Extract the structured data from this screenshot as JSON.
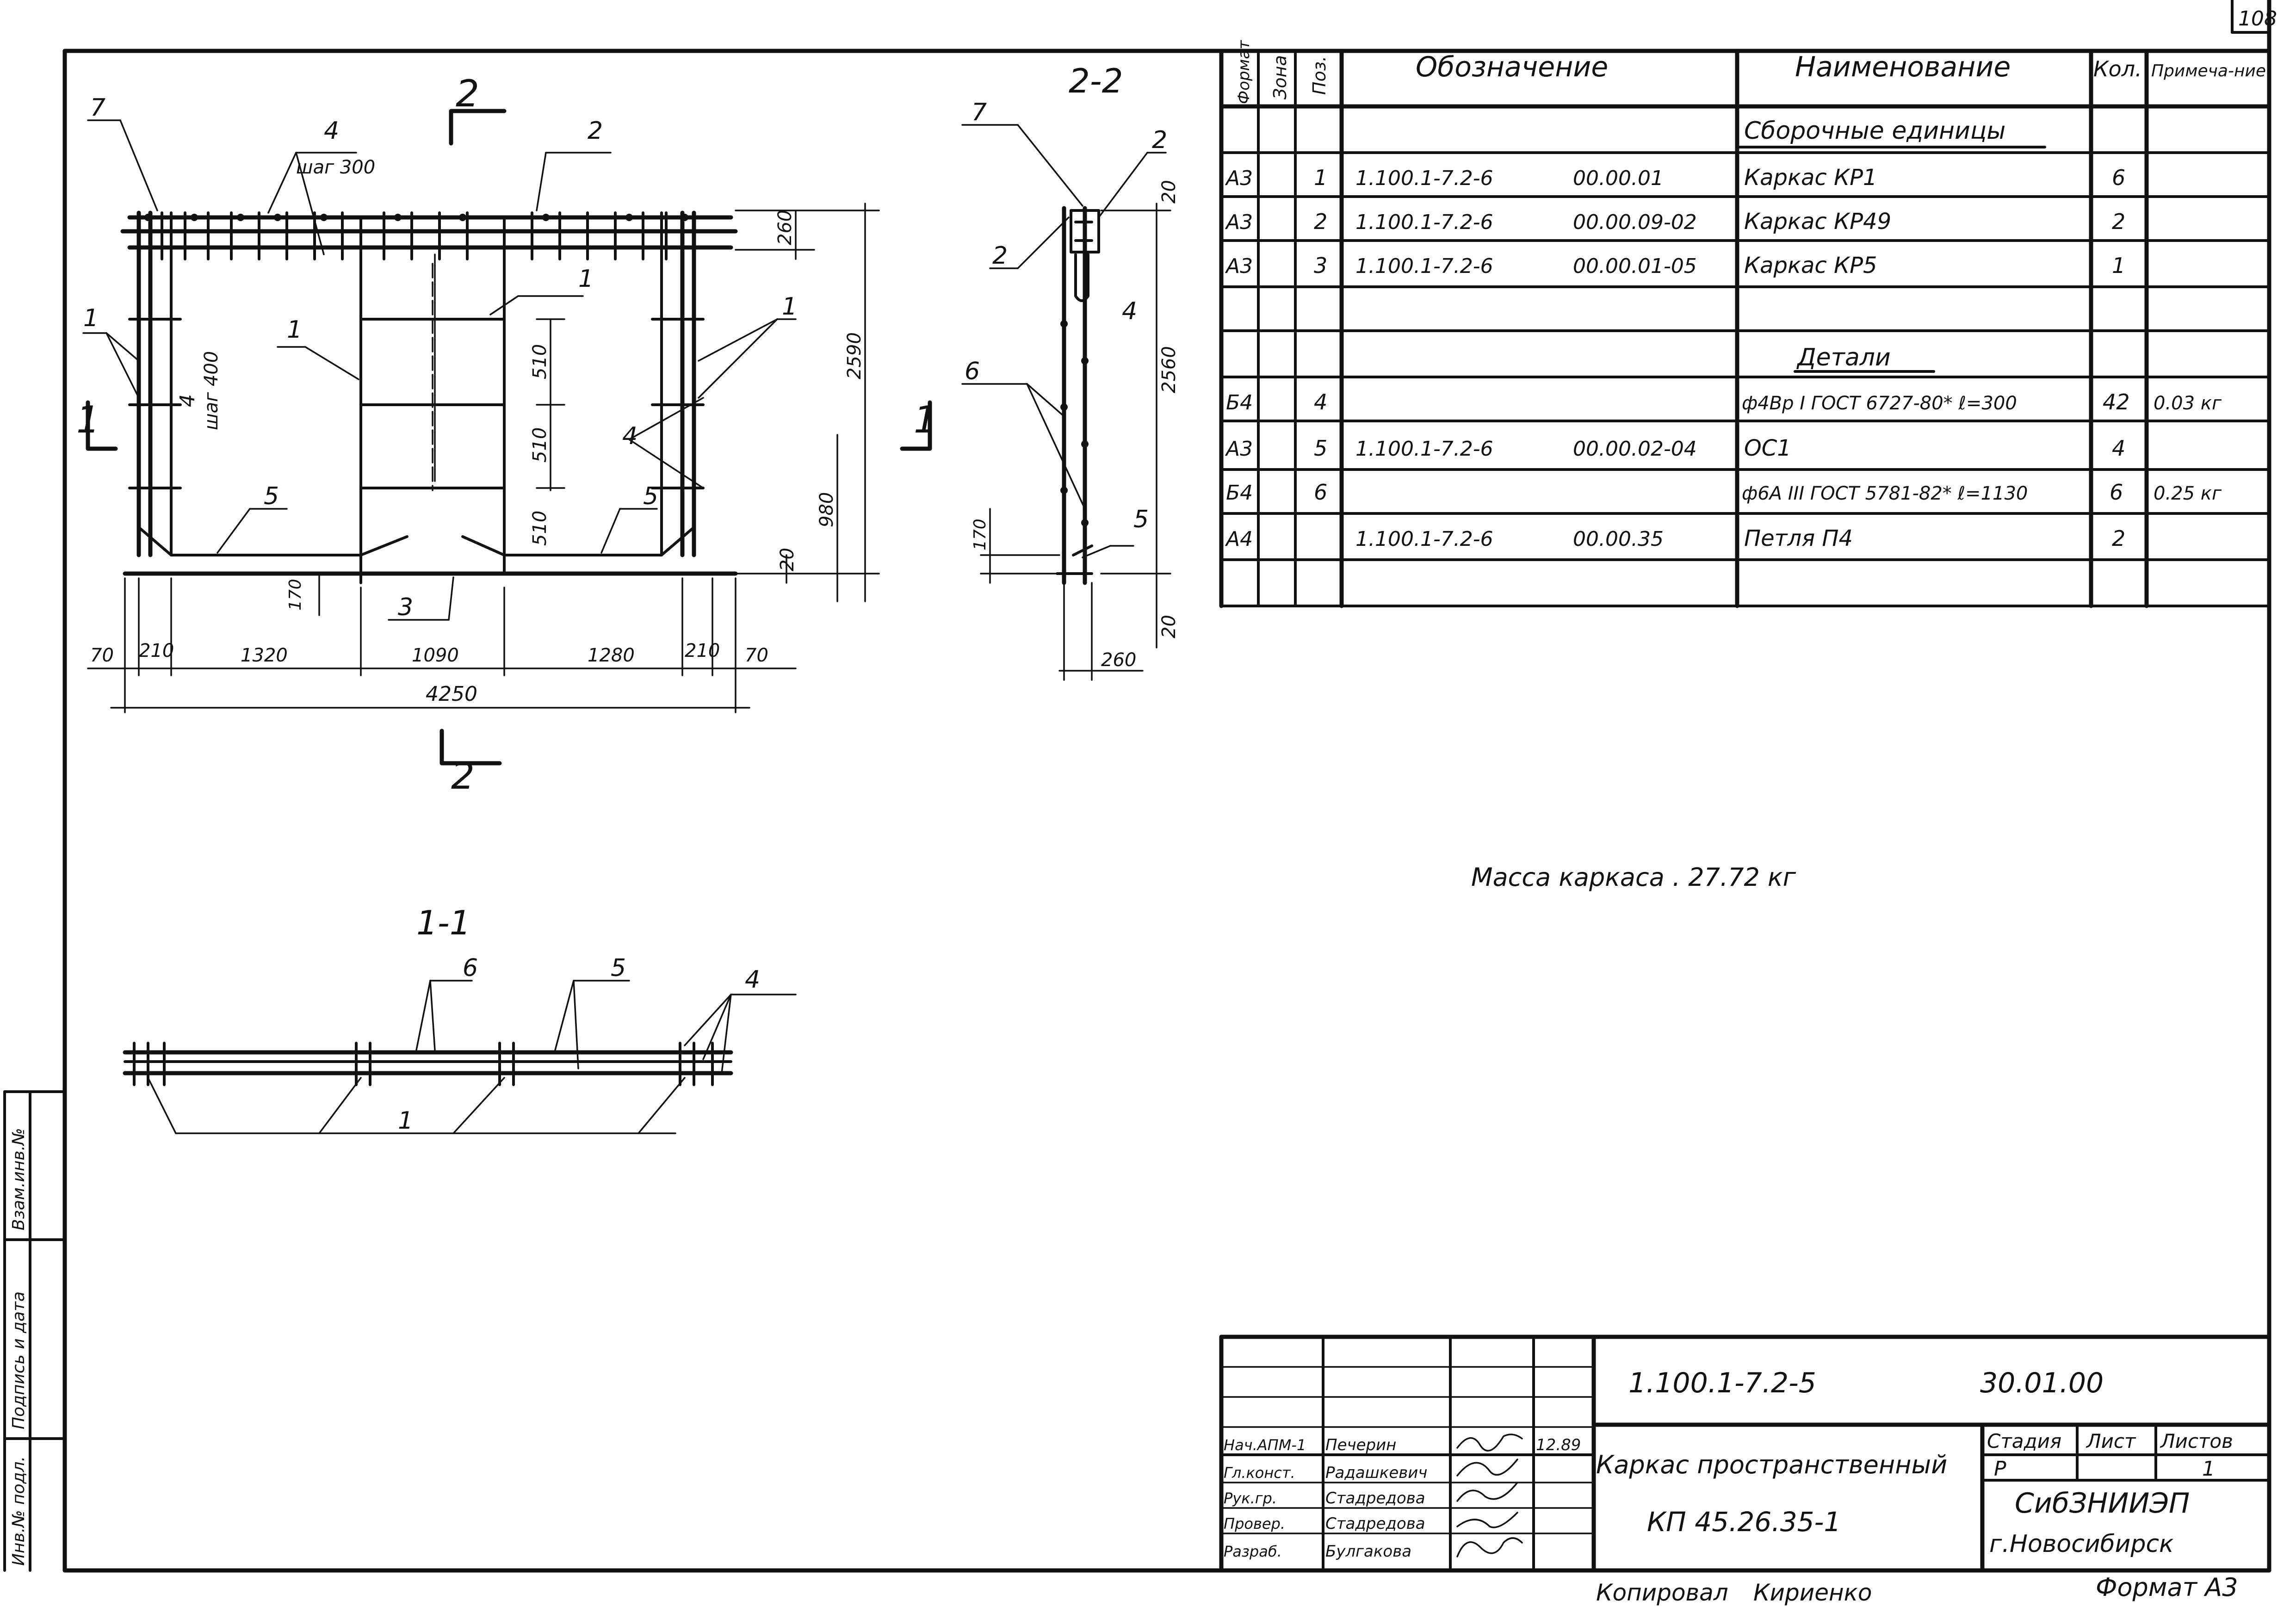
{
  "sheet_number": "108",
  "spec_table": {
    "headers": {
      "format": "Формат",
      "zone": "Зона",
      "pos": "Поз.",
      "designation": "Обозначение",
      "name": "Наименование",
      "qty": "Кол.",
      "note": "Примеча-ние"
    },
    "sections": {
      "assemblies": "Сборочные единицы",
      "details": "Детали"
    },
    "rows": [
      {
        "format": "А3",
        "pos": "1",
        "designation": "1.100.1-7.2-6",
        "code": "00.00.01",
        "name": "Каркас КР1",
        "qty": "6",
        "note": ""
      },
      {
        "format": "А3",
        "pos": "2",
        "designation": "1.100.1-7.2-6",
        "code": "00.00.09-02",
        "name": "Каркас КР49",
        "qty": "2",
        "note": ""
      },
      {
        "format": "А3",
        "pos": "3",
        "designation": "1.100.1-7.2-6",
        "code": "00.00.01-05",
        "name": "Каркас КР5",
        "qty": "1",
        "note": ""
      },
      {
        "format": "Б4",
        "pos": "4",
        "designation": "",
        "code": "",
        "name": "ф4Вр I ГОСТ 6727-80* ℓ=300",
        "qty": "42",
        "note": "0.03 кг"
      },
      {
        "format": "А3",
        "pos": "5",
        "designation": "1.100.1-7.2-6",
        "code": "00.00.02-04",
        "name": "ОС1",
        "qty": "4",
        "note": ""
      },
      {
        "format": "Б4",
        "pos": "6",
        "designation": "",
        "code": "",
        "name": "ф6А III ГОСТ 5781-82* ℓ=1130",
        "qty": "6",
        "note": "0.25 кг"
      },
      {
        "format": "А4",
        "pos": "",
        "designation": "1.100.1-7.2-6",
        "code": "00.00.35",
        "name": "Петля П4",
        "qty": "2",
        "note": ""
      }
    ]
  },
  "mass_note": "Масса каркаса . 27.72 кг",
  "front_view": {
    "section_mark": "2",
    "side_mark": "1",
    "callouts": [
      "7",
      "4",
      "шаг 300",
      "2",
      "1",
      "1",
      "1",
      "1",
      "4",
      "шаг 400",
      "4",
      "5",
      "5",
      "3"
    ],
    "dims_bottom": [
      "70",
      "210",
      "1320",
      "1090",
      "1280",
      "210",
      "70"
    ],
    "dim_total": "4250",
    "dims_vertical": [
      "260",
      "510",
      "510",
      "510",
      "2590",
      "980",
      "20",
      "170"
    ]
  },
  "section_2_2": {
    "title": "2-2",
    "callouts": [
      "7",
      "2",
      "2",
      "4",
      "6",
      "5"
    ],
    "dims": [
      "20",
      "2560",
      "170",
      "20",
      "260"
    ]
  },
  "section_1_1": {
    "title": "1-1",
    "callouts": [
      "6",
      "5",
      "4",
      "1"
    ]
  },
  "title_block": {
    "doc_code": "1.100.1-7.2-5",
    "date_code": "30.01.00",
    "roles": [
      {
        "role": "Нач.АПМ-1",
        "name": "Печерин",
        "date": "12.89"
      },
      {
        "role": "Гл.конст.",
        "name": "Радашкевич",
        "date": ""
      },
      {
        "role": "Рук.гр.",
        "name": "Стадредова",
        "date": ""
      },
      {
        "role": "Провер.",
        "name": "Стадредова",
        "date": ""
      },
      {
        "role": "Разраб.",
        "name": "Булгакова",
        "date": ""
      }
    ],
    "title_line1": "Каркас пространственный",
    "title_line2": "КП 45.26.35-1",
    "stage_header": "Стадия",
    "sheet_header": "Лист",
    "sheets_header": "Листов",
    "stage": "Р",
    "sheets": "1",
    "org_line1": "СибЗНИИЭП",
    "org_line2": "г.Новосибирск"
  },
  "side_stamp": {
    "inv": "Инв.№ подл.",
    "sign": "Подпись и дата",
    "vzam": "Взам.инв.№"
  },
  "footer": {
    "copied": "Копировал",
    "copier": "Кириенко",
    "format": "Формат А3"
  }
}
